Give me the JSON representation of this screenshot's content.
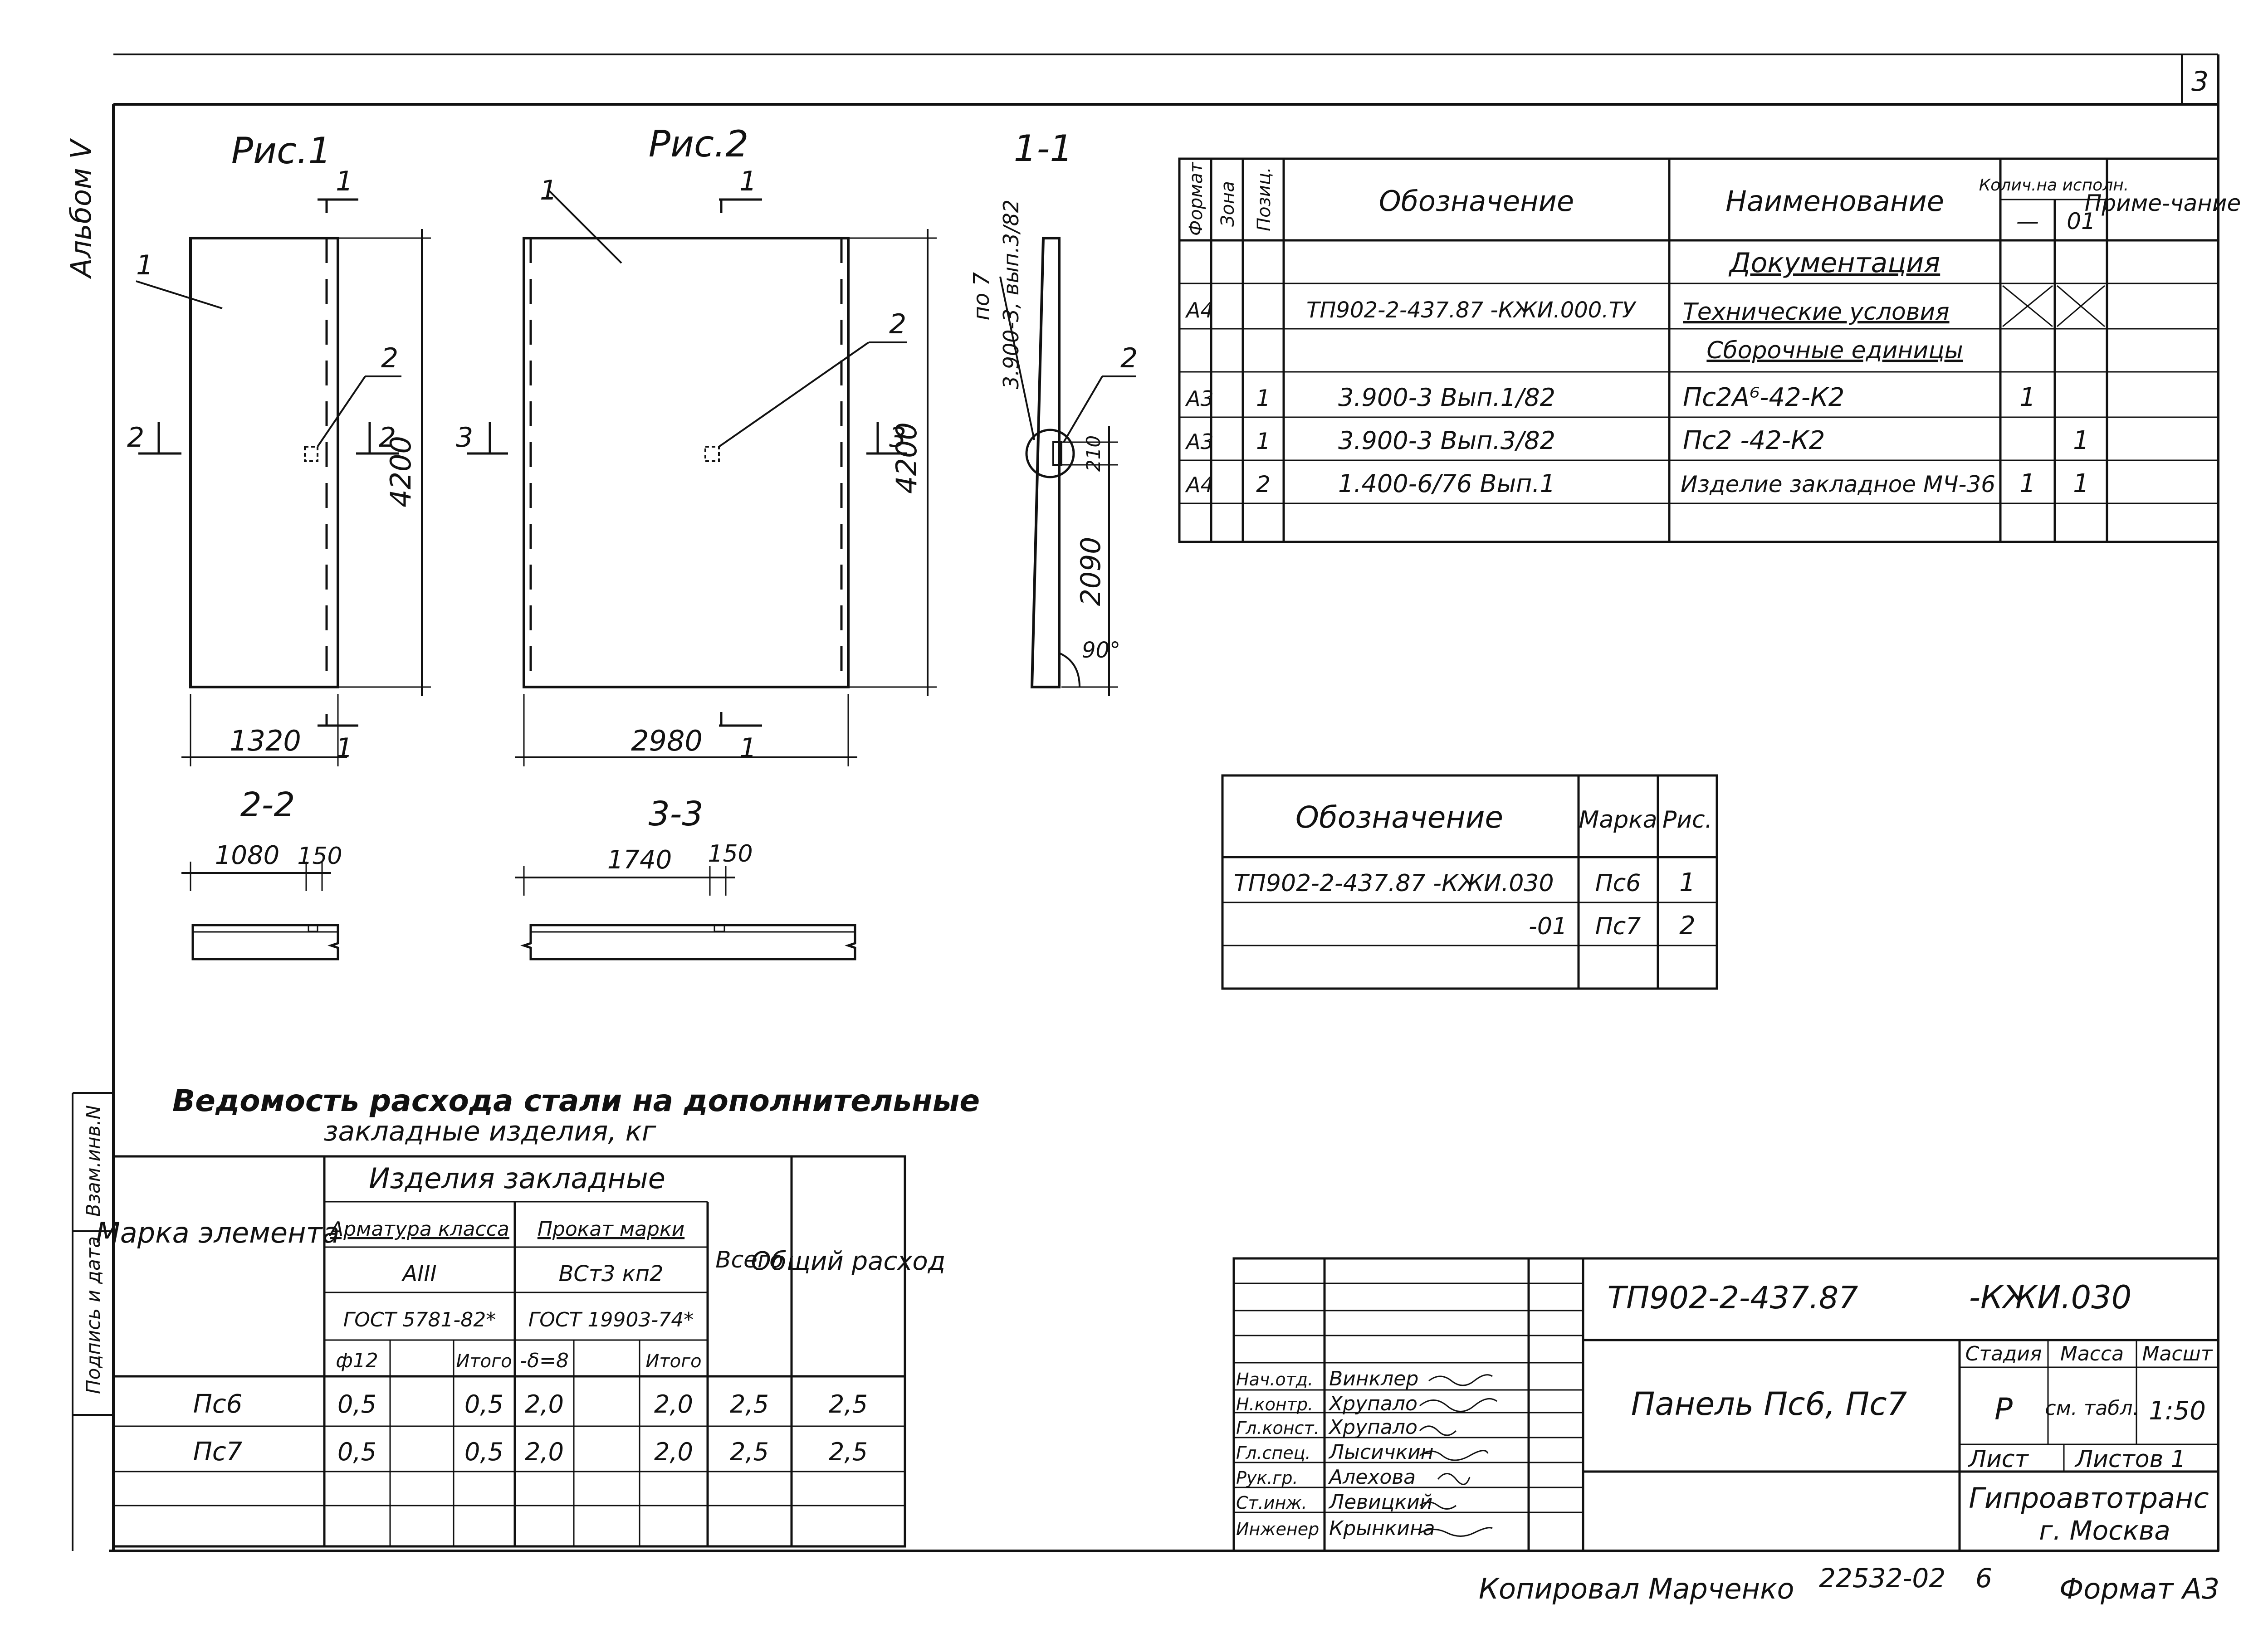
{
  "header": {
    "sheet_corner_mark": "3",
    "album_label": "Альбом V"
  },
  "figures": {
    "fig1": {
      "title": "Рис.1",
      "section_top": "1",
      "section_bottom": "1",
      "label_1": "1",
      "label_2": "2",
      "section_mark": "2",
      "section_mark_right": "2",
      "height": "4200",
      "width": "1320"
    },
    "fig2": {
      "title": "Рис.2",
      "section_top": "1",
      "section_bottom": "1",
      "label_1": "1",
      "label_2": "2",
      "section_mark": "3",
      "section_mark_right": "3",
      "height": "4200",
      "width": "2980"
    },
    "sec11": {
      "title": "1-1",
      "note": "по 7",
      "ref": "3.900-3, вып.3/82",
      "label_2": "2",
      "dim_small": "210",
      "dim_large": "2090",
      "angle": "90°"
    },
    "sec22": {
      "title": "2-2",
      "dim_a": "1080",
      "dim_b": "150"
    },
    "sec33": {
      "title": "3-3",
      "dim_a": "1740",
      "dim_b": "150"
    }
  },
  "spec_table": {
    "col_format": "Формат",
    "col_zone": "Зона",
    "col_pos": "Позиц.",
    "col_designation": "Обозначение",
    "col_name": "Наименование",
    "col_qty": "Колич.на исполн.",
    "col_qty_a": "—",
    "col_qty_b": "01",
    "col_note": "Приме-чание",
    "section_docs": "Документация",
    "row_tu": {
      "format": "А4",
      "designation": "ТП902-2-437.87 -КЖИ.000.ТУ",
      "name": "Технические условия"
    },
    "section_units": "Сборочные единицы",
    "rows": [
      {
        "format": "А3",
        "pos": "1",
        "designation": "3.900-3 Вып.1/82",
        "name": "Пс2А⁶-42-К2",
        "qty_a": "1",
        "qty_b": ""
      },
      {
        "format": "А3",
        "pos": "1",
        "designation": "3.900-3 Вып.3/82",
        "name": "Пс2 -42-К2",
        "qty_a": "",
        "qty_b": "1"
      },
      {
        "format": "А4",
        "pos": "2",
        "designation": "1.400-6/76 Вып.1",
        "name": "Изделие закладное МЧ-36",
        "qty_a": "1",
        "qty_b": "1"
      }
    ]
  },
  "mark_table": {
    "col_designation": "Обозначение",
    "col_mark": "Марка",
    "col_fig": "Рис.",
    "rows": [
      {
        "designation": "ТП902-2-437.87 -КЖИ.030",
        "mark": "Пс6",
        "fig": "1"
      },
      {
        "designation": "-01",
        "mark": "Пс7",
        "fig": "2"
      }
    ]
  },
  "steel_table": {
    "title_1": "Ведомость расхода стали на дополнительные",
    "title_2": "закладные изделия, кг",
    "col_mark": "Марка элемента",
    "col_items": "Изделия закладные",
    "col_rebar": "Арматура класса",
    "rebar_class": "АIII",
    "rebar_gost": "ГОСТ 5781-82*",
    "col_rolled": "Прокат марки",
    "rolled_grade": "ВСт3 кп2",
    "rolled_gost": "ГОСТ 19903-74*",
    "col_total": "Всего",
    "col_overall": "Общий расход",
    "sub_phi": "ф12",
    "sub_itogo1": "Итого",
    "sub_delta": "-δ=8",
    "sub_itogo2": "Итого",
    "rows": [
      {
        "mark": "Пс6",
        "phi": "0,5",
        "itogo1": "0,5",
        "delta": "2,0",
        "itogo2": "2,0",
        "total": "2,5",
        "overall": "2,5"
      },
      {
        "mark": "Пс7",
        "phi": "0,5",
        "itogo1": "0,5",
        "delta": "2,0",
        "itogo2": "2,0",
        "total": "2,5",
        "overall": "2,5"
      }
    ]
  },
  "title_block": {
    "code": "ТП902-2-437.87",
    "code_suffix": "-КЖИ.030",
    "title": "Панель Пс6, Пс7",
    "stage_label": "Стадия",
    "mass_label": "Масса",
    "scale_label": "Масшт",
    "stage": "Р",
    "mass": "см. табл.",
    "scale": "1:50",
    "sheet_label": "Лист",
    "sheets_label": "Листов 1",
    "org_1": "Гипроавтотранс",
    "org_2": "г. Москва",
    "people": [
      {
        "role": "Нач.отд.",
        "name": "Винклер"
      },
      {
        "role": "Н.контр.",
        "name": "Хрупало"
      },
      {
        "role": "Гл.конст.",
        "name": "Хрупало"
      },
      {
        "role": "Гл.спец.",
        "name": "Лысичкин"
      },
      {
        "role": "Рук.гр.",
        "name": "Алехова"
      },
      {
        "role": "Ст.инж.",
        "name": "Левицкий"
      },
      {
        "role": "Инженер",
        "name": "Крынкина"
      }
    ]
  },
  "side_stamp": {
    "inv_label": "Взам.инв.N",
    "sign_label": "Подпись и дата"
  },
  "footer": {
    "copied": "Копировал Марченко",
    "number": "22532-02",
    "page": "6",
    "format": "Формат А3"
  }
}
